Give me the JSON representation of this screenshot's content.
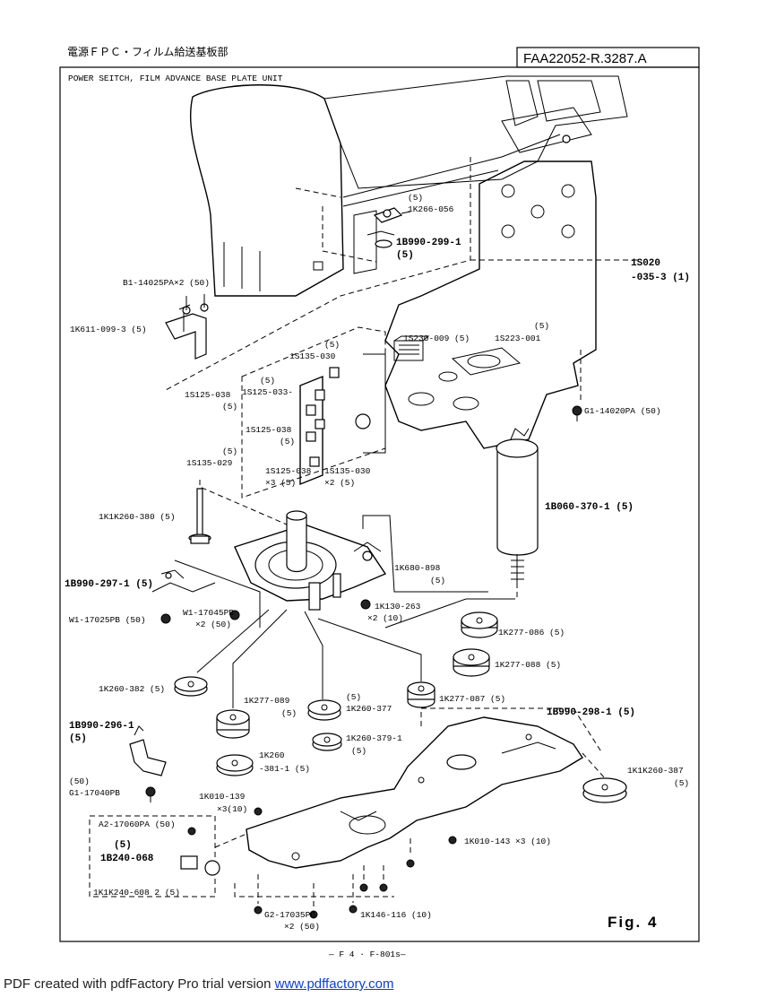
{
  "header": {
    "jp_title": "電源ＦＰＣ・フィルム給送基板部",
    "ref_code": "FAA22052-R.3287.A",
    "title": "POWER SEITCH, FILM ADVANCE BASE PLATE UNIT"
  },
  "labels": {
    "l_1k266_q": "(5)",
    "l_1k266": "1K266-056",
    "l_1b990_299": "1B990-299-1",
    "l_1b990_299_q": "(5)",
    "l_b1": "B1-14025PA×2 (50)",
    "l_1k611": "1K611-099-3 (5)",
    "l_1s020": "1S020",
    "l_1s020b": "-035-3 (1)",
    "l_1s223_q": "(5)",
    "l_1s223": "1S223-001",
    "l_1s230": "1S230-009 (5)",
    "l_1s135_030a_q": "(5)",
    "l_1s135_030a": "1S135-030",
    "l_1s125_033_q": "(5)",
    "l_1s125_033": "1S125-033-",
    "l_1s125_038a": "1S125-038",
    "l_1s125_038a_q": "(5)",
    "l_1s125_038b": "1S125-038",
    "l_1s125_038b_q": "(5)",
    "l_1s135_029_q": "(5)",
    "l_1s135_029": "1S135-029",
    "l_1s125_038c": "1S125-038",
    "l_1s125_038c_q": "×3 (5)",
    "l_1s135_030b": "1S135-030",
    "l_1s135_030b_q": "×2 (5)",
    "l_g1_14020": "G1-14020PA (50)",
    "l_1b060": "1B060-370-1 (5)",
    "l_1k1k260_380": "1K1K260-380 (5)",
    "l_1k680": "1K680-898",
    "l_1k680_q": "(5)",
    "l_1b990_297": "1B990-297-1 (5)",
    "l_w1_17045": "W1-17045PB",
    "l_w1_17045_q": "×2 (50)",
    "l_w1_17025": "W1-17025PB (50)",
    "l_1k130": "1K130-263",
    "l_1k130_q": "×2 (10)",
    "l_1k277_086": "1K277-086 (5)",
    "l_1k277_088": "1K277-088 (5)",
    "l_1k260_382": "1K260-382 (5)",
    "l_1k277_089": "1K277-089",
    "l_1k277_089_q": "(5)",
    "l_1k260_377_q": "(5)",
    "l_1k260_377": "1K260-377",
    "l_1k277_087": "1K277-087 (5)",
    "l_1b990_298": "1B990-298-1 (5)",
    "l_1b990_296": "1B990-296-1",
    "l_1b990_296_q": "(5)",
    "l_1k260_379": "1K260-379-1",
    "l_1k260_379_q": "(5)",
    "l_1k260_381": "1K260",
    "l_1k260_381b": "-381-1 (5)",
    "l_1k1k260_387": "1K1K260-387",
    "l_1k1k260_387_q": "(5)",
    "l_g1_17040_q": "(50)",
    "l_g1_17040": "G1-17040PB",
    "l_1k010_139": "1K010-139",
    "l_1k010_139_q": "×3(10)",
    "l_a2": "A2-17060PA (50)",
    "l_1b240_q": "(5)",
    "l_1b240": "1B240-068",
    "l_1k010_143": "1K010-143 ×3 (10)",
    "l_1k1k240": "1K1K240-608 2 (5)",
    "l_g2": "G2-17035PB",
    "l_g2_q": "×2 (50)",
    "l_1k146": "1K146-116 (10)"
  },
  "figure_label": "Fig. 4",
  "page_ref": "— F 4 · F-801s—",
  "footer": {
    "text": "PDF created with pdfFactory Pro trial version ",
    "link": "www.pdffactory.com"
  }
}
